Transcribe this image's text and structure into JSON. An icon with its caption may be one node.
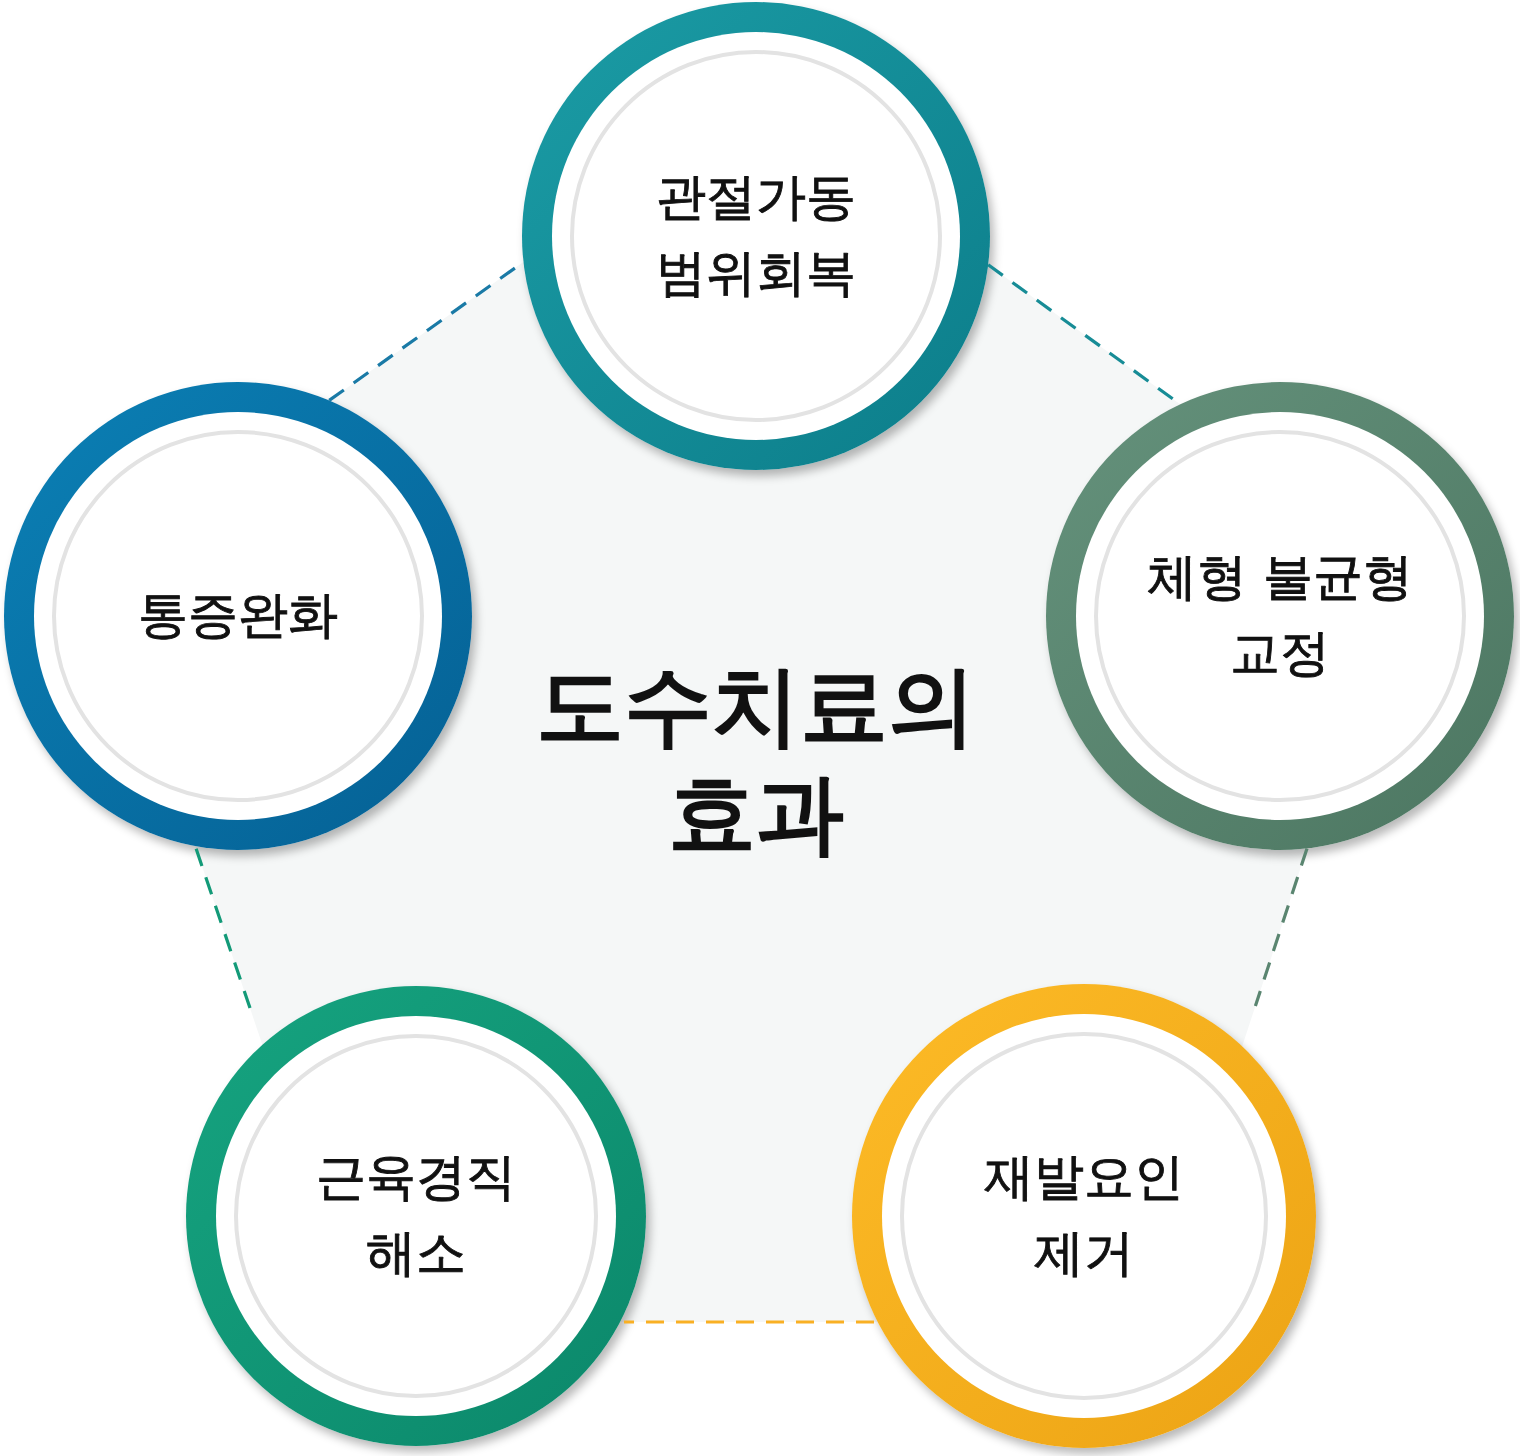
{
  "diagram": {
    "nodes": [
      {
        "text": [
          "도수치료의 효과"
        ]
      },
      {
        "text": [
          "관절가동 범위회복"
        ]
      },
      {
        "text": [
          "통증완화"
        ]
      },
      {
        "text": [
          "체형 불균형 교정"
        ]
      },
      {
        "text": [
          "근육경직 해소"
        ]
      },
      {
        "text": [
          "재발요인 제거"
        ]
      }
    ],
    "edges": [
      {
        "from": 1,
        "to": 3,
        "arrow": "none",
        "style": "dashed",
        "color": "#178c96"
      },
      {
        "from": 3,
        "to": 5,
        "arrow": "none",
        "style": "dashed",
        "color": "#5a8570"
      },
      {
        "from": 5,
        "to": 4,
        "arrow": "none",
        "style": "dashed",
        "color": "#f9b024"
      },
      {
        "from": 4,
        "to": 2,
        "arrow": "none",
        "style": "dashed",
        "color": "#139a78"
      },
      {
        "from": 2,
        "to": 1,
        "arrow": "none",
        "style": "dashed",
        "color": "#1a7aa6"
      }
    ]
  }
}
